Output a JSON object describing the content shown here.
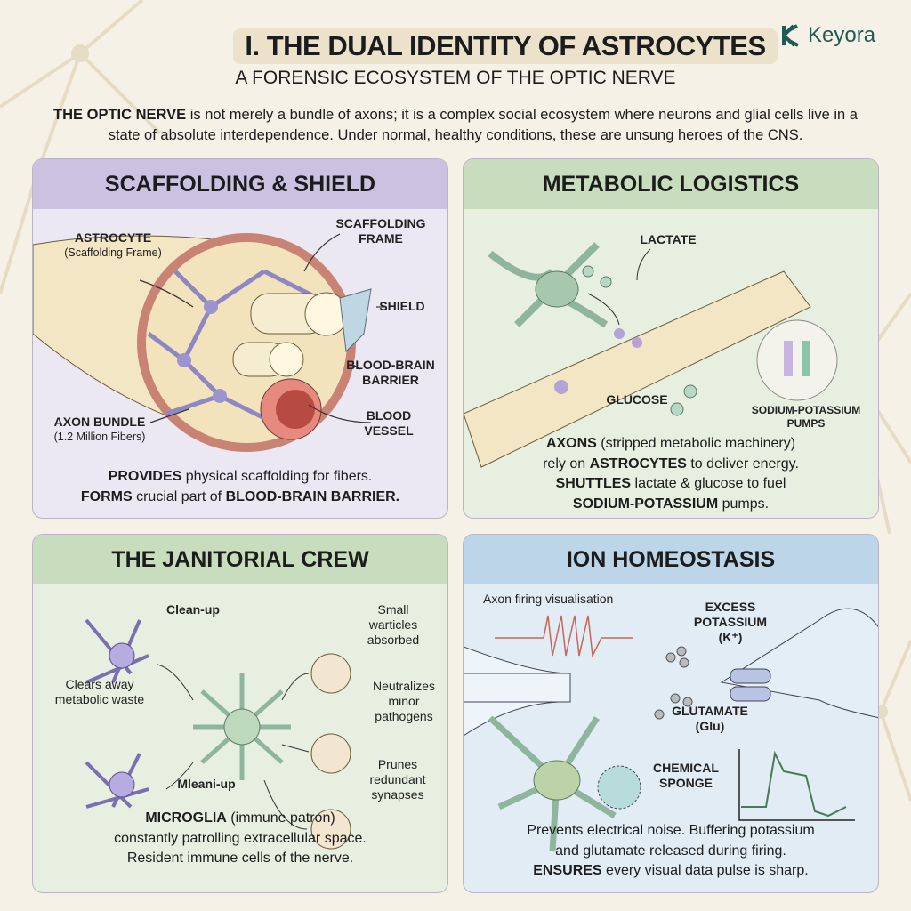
{
  "header": {
    "title": "I. THE DUAL IDENTITY OF ASTROCYTES",
    "subtitle": "A FORENSIC ECOSYSTEM OF THE OPTIC NERVE",
    "logo": "Keyora",
    "intro_bold": "THE OPTIC NERVE",
    "intro_rest": " is not merely a bundle of axons; it is a complex social ecosystem where neurons and glial cells live in a state of absolute interdependence. Under normal, healthy conditions, these are unsung heroes of the CNS."
  },
  "colors": {
    "background": "#f6f1e6",
    "scaffolding": "#c8bfe0",
    "metabolic": "#c6dcbc",
    "janitorial": "#c6dcbc",
    "ion": "#b9d3e8",
    "logo": "#1f5a55"
  },
  "panels": {
    "scaffolding": {
      "title": "SCAFFOLDING & SHIELD",
      "labels": {
        "astrocyte": "ASTROCYTE",
        "astrocyte_sub": "(Scaffolding Frame)",
        "frame": "SCAFFOLDING FRAME",
        "shield": "SHIELD",
        "bbb": "BLOOD-BRAIN BARRIER",
        "vessel": "BLOOD VESSEL",
        "axon": "AXON BUNDLE",
        "axon_sub": "(1.2 Million Fibers)"
      },
      "footer": {
        "b1": "PROVIDES",
        "t1": " physical scaffolding for fibers.",
        "b2": "FORMS",
        "t2": " crucial part of ",
        "b3": "BLOOD-BRAIN BARRIER."
      }
    },
    "metabolic": {
      "title": "METABOLIC LOGISTICS",
      "labels": {
        "lactate": "LACTATE",
        "glucose": "GLUCOSE",
        "pumps": "SODIUM-POTASSIUM PUMPS"
      },
      "footer": {
        "b1": "AXONS",
        "t1": " (stripped metabolic machinery)",
        "t2": "rely on ",
        "b2": "ASTROCYTES",
        "t3": " to deliver energy.",
        "b3": "SHUTTLES",
        "t4": " lactate & glucose to fuel",
        "b4": "SODIUM-POTASSIUM",
        "t5": " pumps."
      }
    },
    "janitorial": {
      "title": "THE JANITORIAL CREW",
      "labels": {
        "cleanup": "Clean-up",
        "clears": "Clears away metabolic waste",
        "mleanup": "Mleani-up",
        "small": "Small warticles absorbed",
        "neutralizes": "Neutralizes minor pathogens",
        "prunes": "Prunes redundant synapses"
      },
      "footer": {
        "b1": "MICROGLIA",
        "t1": " (immune patron)",
        "t2": "constantly patrolling extracellular space.",
        "t3": "Resident immune cells of the nerve."
      }
    },
    "ion": {
      "title": "ION HOMEOSTASIS",
      "labels": {
        "firing": "Axon firing visualisation",
        "potassium": "EXCESS POTASSIUM (K⁺)",
        "glutamate": "GLUTAMATE (Glu)",
        "sponge": "CHEMICAL SPONGE"
      },
      "footer": {
        "t1": "Prevents electrical noise. Buffering potassium",
        "t2": "and glutamate released during firing.",
        "b1": "ENSURES",
        "t3": " every visual data pulse is sharp."
      }
    }
  }
}
